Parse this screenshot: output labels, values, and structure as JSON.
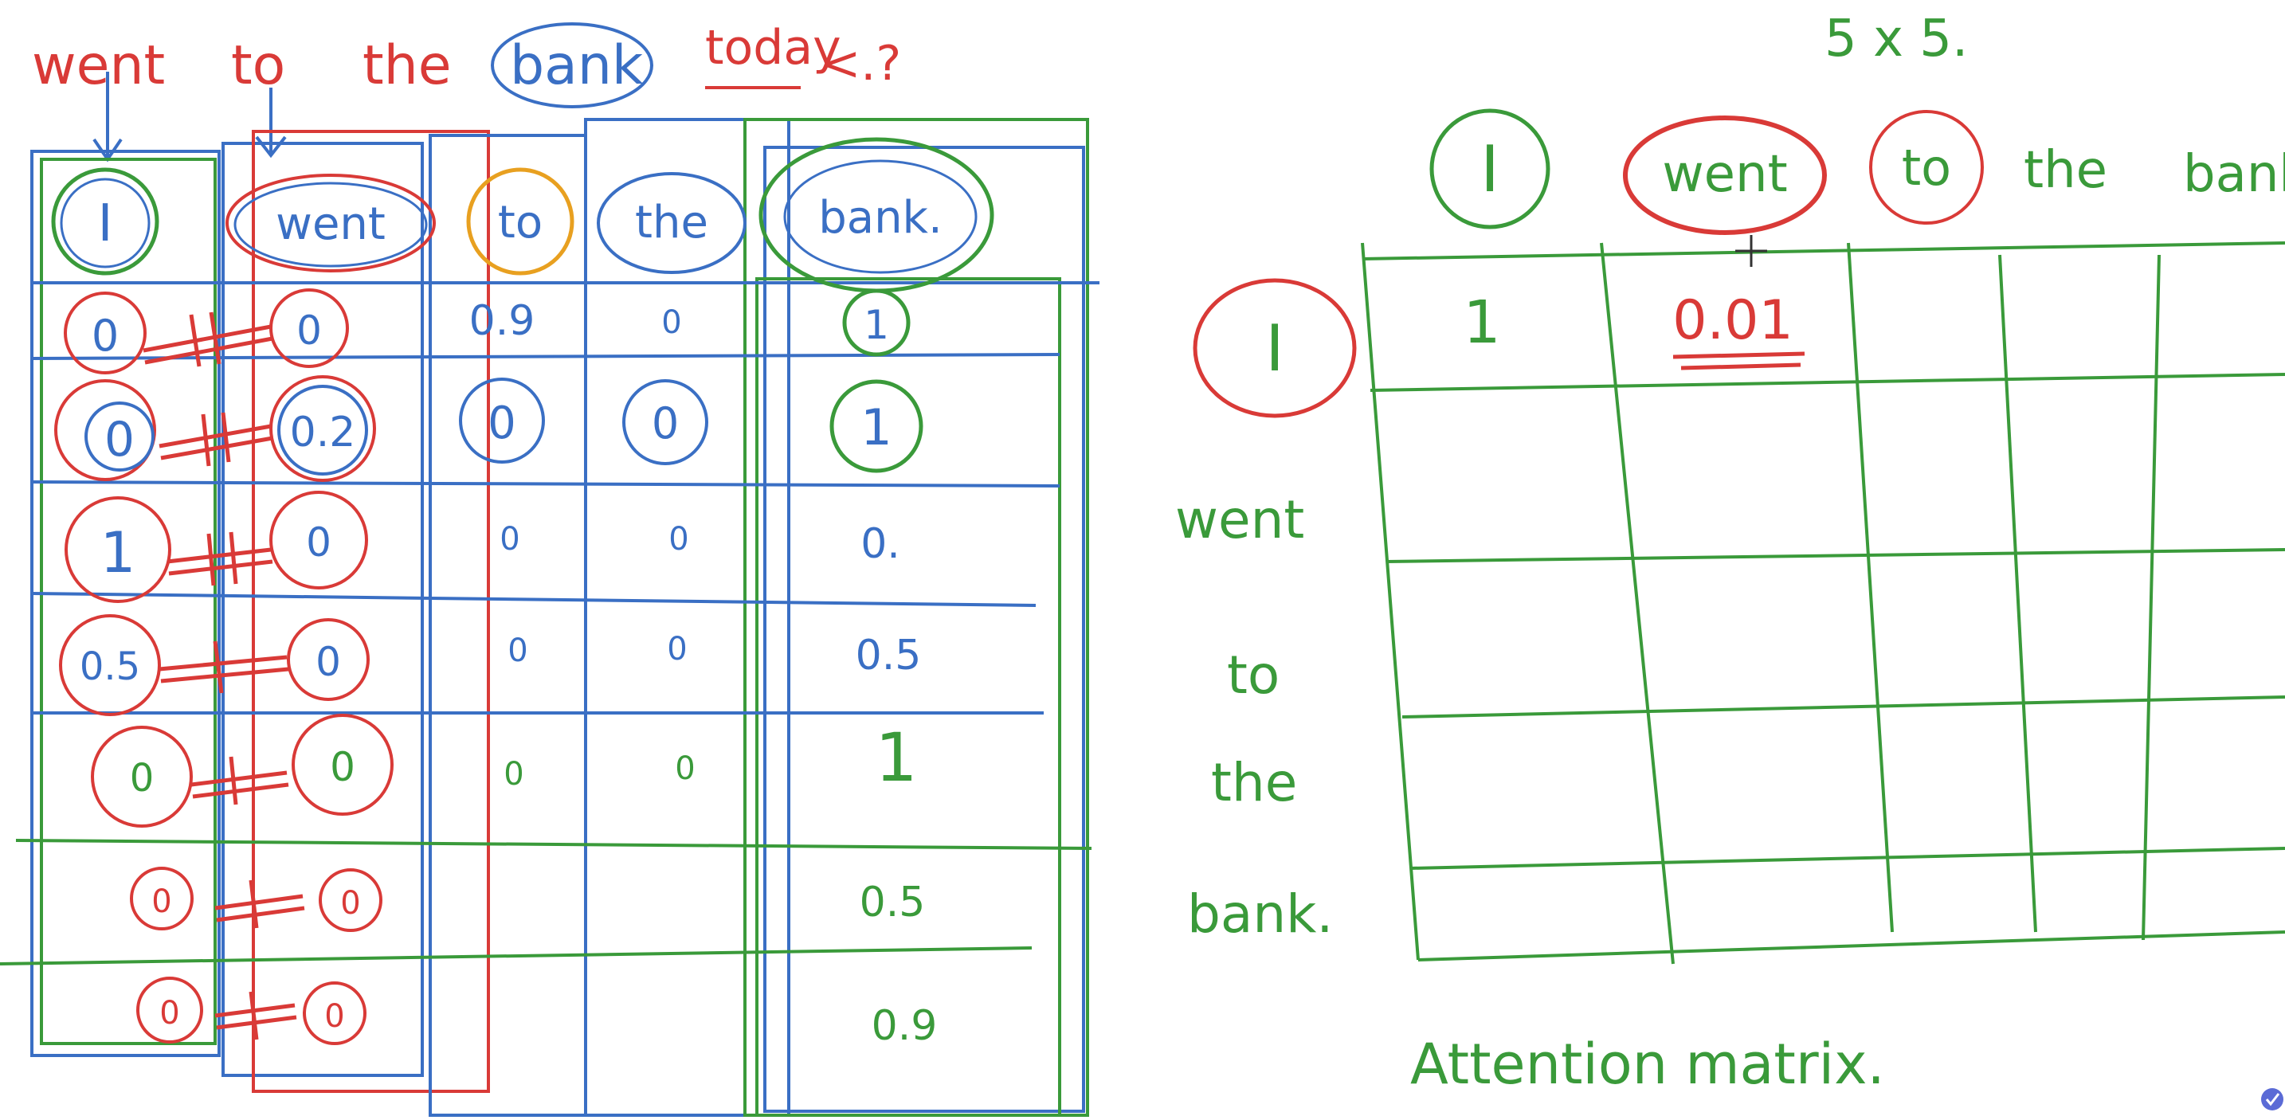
{
  "sentence": {
    "words": [
      "went",
      "to",
      "the",
      "bank",
      "today",
      "<.?"
    ],
    "circled_word": "bank"
  },
  "embeddings": {
    "tokens": [
      "I",
      "went",
      "to",
      "the",
      "bank."
    ],
    "columns": [
      [
        "0",
        "0",
        "1",
        "0.5",
        "0",
        "0",
        "0"
      ],
      [
        "0",
        "0.2",
        "0",
        "0",
        "0",
        "0",
        "0"
      ],
      [
        "0.9",
        "0",
        "0",
        "0",
        "0"
      ],
      [
        "0",
        "0",
        "0",
        "0",
        "0"
      ],
      [
        "1",
        "1",
        "0.",
        "0.5",
        "1",
        "0.5",
        "0.9"
      ]
    ]
  },
  "matrix": {
    "size_label": "5 x 5.",
    "column_headers": [
      "I",
      "went",
      "to",
      "the",
      "bank"
    ],
    "row_headers": [
      "I",
      "went",
      "to",
      "the",
      "bank."
    ],
    "cell_values": [
      "1",
      "0.01"
    ],
    "caption": "Attention matrix."
  },
  "colors": {
    "red": "#d93a37",
    "blue": "#3a6fc4",
    "green": "#3a9a3a",
    "orange": "#e8a020"
  }
}
